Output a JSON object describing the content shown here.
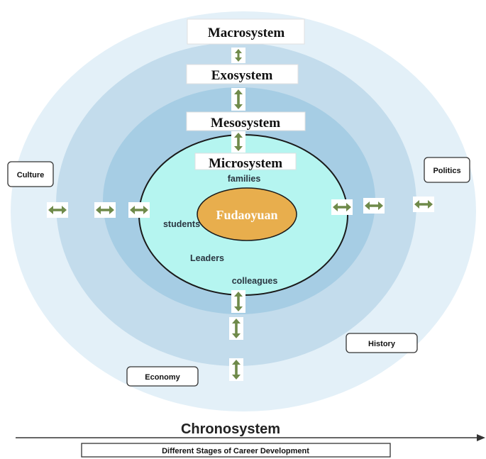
{
  "colors": {
    "macro_fill": "#e3f0f8",
    "exo_fill": "#c3dcec",
    "meso_fill": "#a6cde4",
    "micro_fill": "#b5f5f0",
    "center_fill": "#e8ae4d",
    "arrow_fill": "#6f8a4a",
    "box_stroke": "#333333",
    "label_text": "#2a3540"
  },
  "systems": {
    "macrosystem": "Macrosystem",
    "exosystem": "Exosystem",
    "mesosystem": "Mesosystem",
    "microsystem": "Microsystem"
  },
  "center": {
    "label": "Fudaoyuan"
  },
  "micro_members": {
    "families": "families",
    "students": "students",
    "leaders": "Leaders",
    "colleagues": "colleagues"
  },
  "context_labels": {
    "culture": "Culture",
    "politics": "Politics",
    "history": "History",
    "economy": "Economy"
  },
  "chronosystem": {
    "title": "Chronosystem",
    "caption": "Different Stages of Career Development"
  },
  "icons": {
    "vertical_arrow": "double-arrow-vertical-icon",
    "horizontal_arrow": "double-arrow-horizontal-icon"
  }
}
